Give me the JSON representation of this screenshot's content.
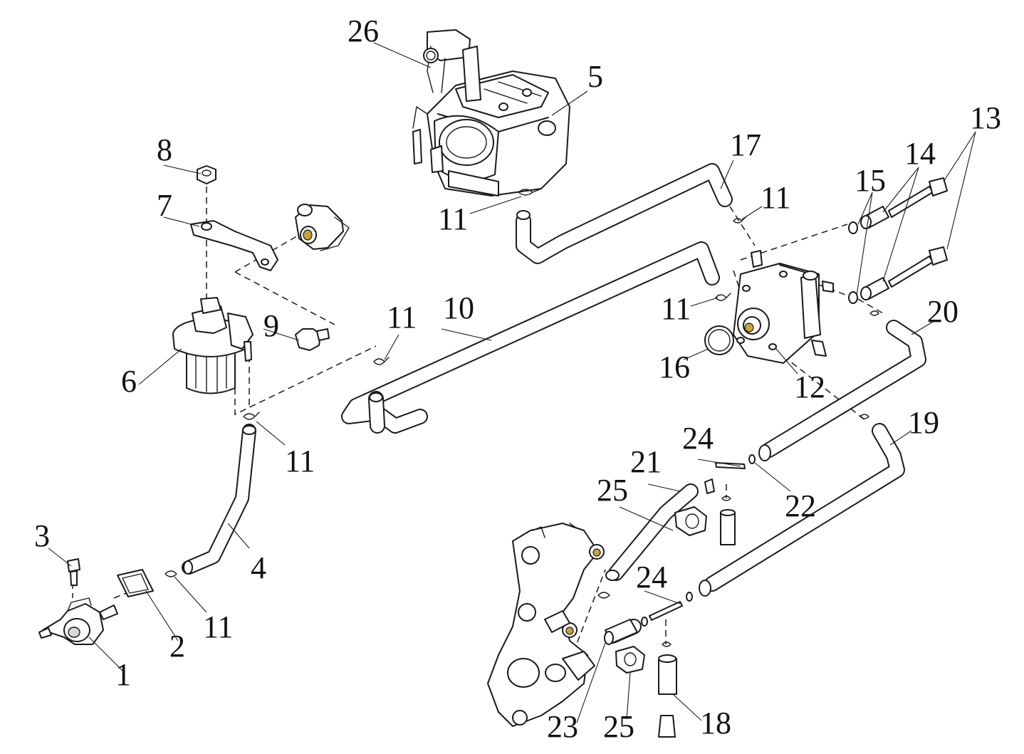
{
  "callouts": [
    {
      "id": "1",
      "label": "1"
    },
    {
      "id": "2",
      "label": "2"
    },
    {
      "id": "3",
      "label": "3"
    },
    {
      "id": "4",
      "label": "4"
    },
    {
      "id": "5",
      "label": "5"
    },
    {
      "id": "6",
      "label": "6"
    },
    {
      "id": "7",
      "label": "7"
    },
    {
      "id": "8",
      "label": "8"
    },
    {
      "id": "9",
      "label": "9"
    },
    {
      "id": "10",
      "label": "10"
    },
    {
      "id": "11a",
      "label": "11"
    },
    {
      "id": "11b",
      "label": "11"
    },
    {
      "id": "11c",
      "label": "11"
    },
    {
      "id": "11d",
      "label": "11"
    },
    {
      "id": "11e",
      "label": "11"
    },
    {
      "id": "11f",
      "label": "11"
    },
    {
      "id": "12",
      "label": "12"
    },
    {
      "id": "13",
      "label": "13"
    },
    {
      "id": "14",
      "label": "14"
    },
    {
      "id": "15",
      "label": "15"
    },
    {
      "id": "16",
      "label": "16"
    },
    {
      "id": "17",
      "label": "17"
    },
    {
      "id": "18",
      "label": "18"
    },
    {
      "id": "19",
      "label": "19"
    },
    {
      "id": "20",
      "label": "20"
    },
    {
      "id": "21",
      "label": "21"
    },
    {
      "id": "22",
      "label": "22"
    },
    {
      "id": "23",
      "label": "23"
    },
    {
      "id": "24a",
      "label": "24"
    },
    {
      "id": "24b",
      "label": "24"
    },
    {
      "id": "25a",
      "label": "25"
    },
    {
      "id": "25b",
      "label": "25"
    },
    {
      "id": "26",
      "label": "26"
    }
  ]
}
